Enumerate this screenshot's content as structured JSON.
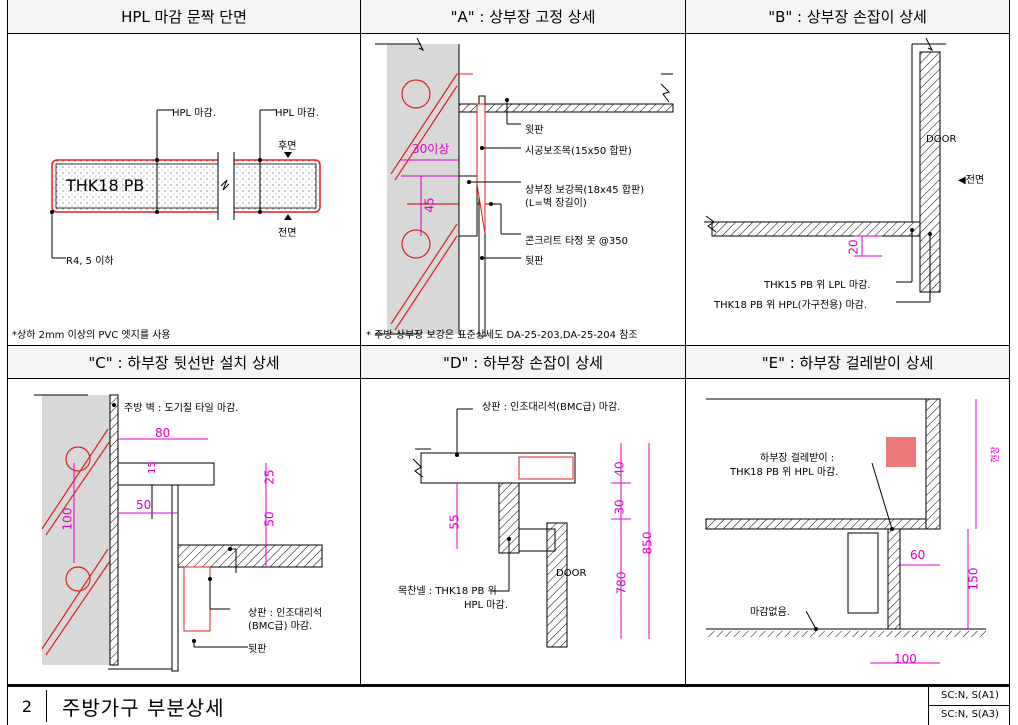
{
  "headers": {
    "a1": "HPL 마감 문짝 단면",
    "a2": "\"A\" : 상부장 고정 상세",
    "a3": "\"B\" : 상부장 손잡이 상세",
    "b1": "\"C\" : 하부장 뒷선반 설치 상세",
    "b2": "\"D\" : 하부장 손잡이 상세",
    "b3": "\"E\" : 하부장 걸레받이 상세"
  },
  "panel1": {
    "hpl_label_1": "HPL 마감.",
    "hpl_label_2": "HPL 마감.",
    "rear": "후면",
    "front": "전면",
    "board": "THK18 PB",
    "radius": "R4, 5 이하",
    "note": "*상하 2mm 이상의 PVC 엣지를 사용"
  },
  "panel2": {
    "l1": "윗판",
    "l2": "시공보조목(15x50 합판)",
    "l3": "상부장 보강목(18x45 합판)",
    "l4": "(L=벽 장길이)",
    "l5": "콘크리트 타정 못 @350",
    "l6": "뒷판",
    "dim1": "30이상",
    "dim2": "45",
    "note": "* 주방 상부장 보강은 표준상세도 DA-25-203,DA-25-204 참조"
  },
  "panel3": {
    "door": "DOOR",
    "front": "◀전면",
    "l1": "THK15 PB 위 LPL 마감.",
    "l2": "THK18 PB 위 HPL(가구전용) 마감.",
    "dim": "20"
  },
  "panel4": {
    "l1": "주방 벽 : 도기질 타일 마감.",
    "l2": "상판 : 인조대리석",
    "l3": "(BMC급) 마감.",
    "l4": "뒷판",
    "d80": "80",
    "d50a": "50",
    "d100": "100",
    "d25": "25",
    "d50b": "50",
    "d15": "15"
  },
  "panel5": {
    "l1": "상판 : 인조대리석(BMC급) 마감.",
    "l2": "목찬넬 : THK18 PB 위",
    "l3": "HPL 마감.",
    "door": "DOOR",
    "d55": "55",
    "d40": "40",
    "d30": "30",
    "d850": "850",
    "d780": "780"
  },
  "panel6": {
    "l1": "하부장 걸레받이 :",
    "l2": "THK18 PB 위 HPL 마감.",
    "l3": "마감없음.",
    "side": "현장",
    "d60": "60",
    "d150": "150",
    "d100": "100"
  },
  "footer": {
    "number": "2",
    "title": "주방가구 부분상세",
    "sc1": "SC:N, S(A1)",
    "sc2": "SC:N, S(A3)"
  },
  "colors": {
    "accent": "#e000c8",
    "red": "#e02020"
  }
}
